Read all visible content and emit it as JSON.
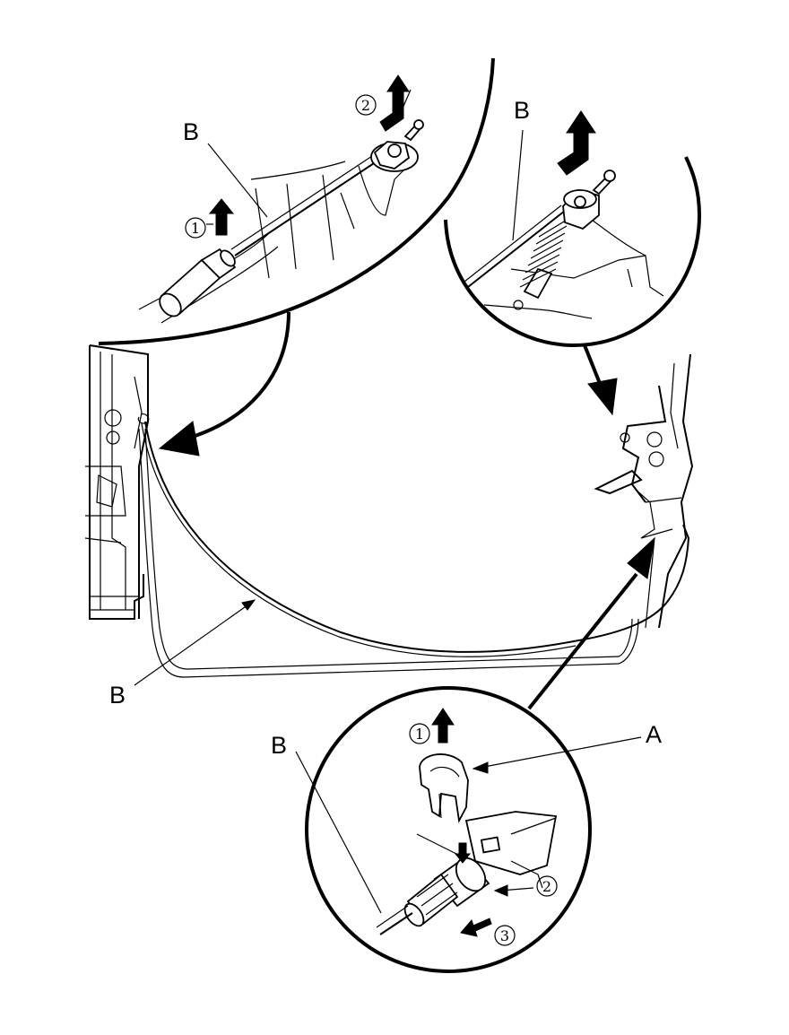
{
  "labels": {
    "cable": "B",
    "clip": "A"
  },
  "steps": {
    "one": "1",
    "two": "2",
    "three": "3"
  }
}
